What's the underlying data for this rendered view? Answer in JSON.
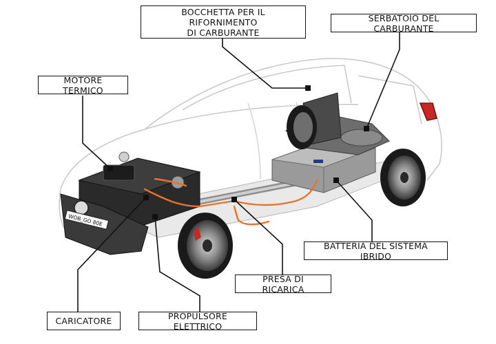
{
  "diagram": {
    "labels": {
      "fuel_nozzle": "BOCCHETTA PER IL RIFORNIMENTO\nDI CARBURANTE",
      "fuel_tank": "SERBATOIO DEL CARBURANTE",
      "combustion_engine": "MOTORE TERMICO",
      "hybrid_battery": "BATTERIA DEL SISTEMA IBRIDO",
      "charging_socket": "PRESA DI RICARICA",
      "charger": "CARICATORE",
      "electric_motor": "PROPULSORE ELETTRICO"
    },
    "license_plate": "WOB_GO 80E",
    "colors": {
      "line": "#111111",
      "car_outline": "#c9c9c9",
      "engine_block": "#2a2a2a",
      "battery": "#9a9a9a",
      "cable": "#e8732a",
      "tyre": "#1a1a1a",
      "rim": "#8a8a8a",
      "brake_caliper": "#c62828"
    }
  }
}
